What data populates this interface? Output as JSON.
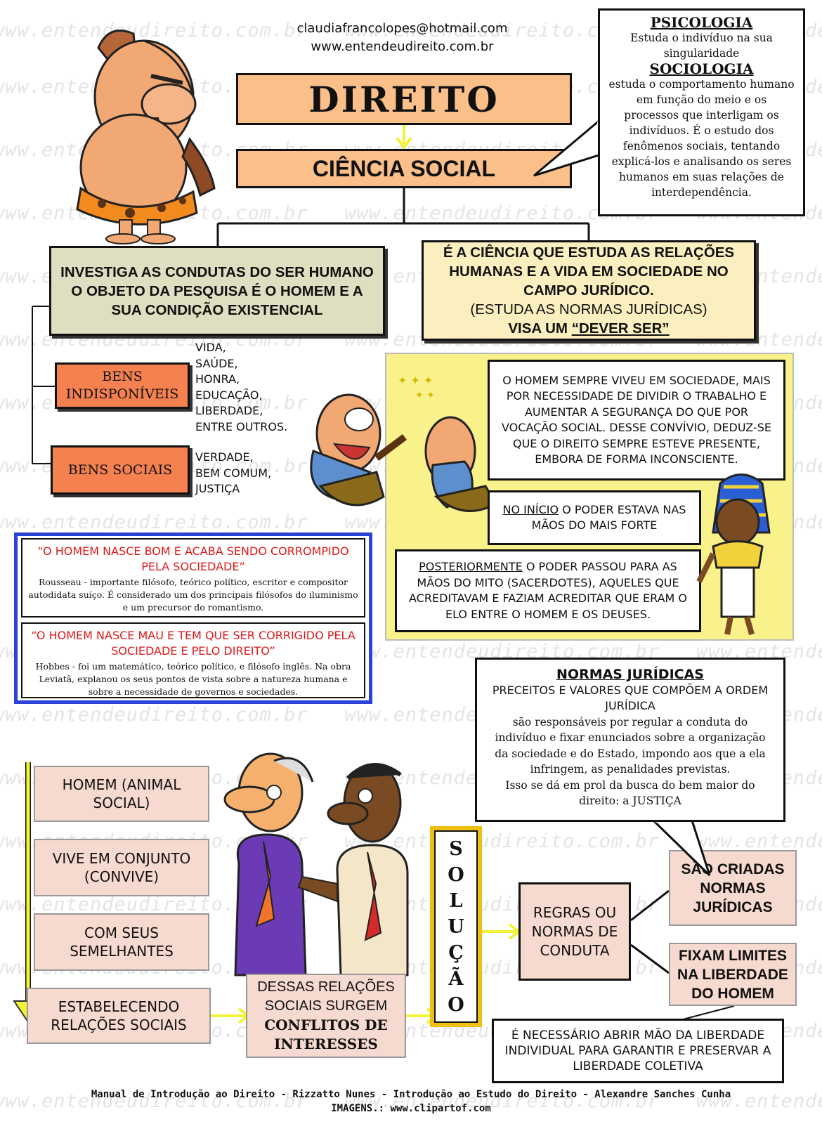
{
  "header": {
    "email": "claudiafrancolopes@hotmail.com",
    "website": "www.entendeudireito.com.br"
  },
  "watermark": "www.entendeudireito.com.br",
  "title": {
    "direito": "DIREITO",
    "ciencia_social": "CIÊNCIA SOCIAL"
  },
  "speech_top": {
    "psicologia_title": "PSICOLOGIA",
    "psicologia_text": "Estuda o indivíduo na sua singularidade",
    "sociologia_title": "SOCIOLOGIA",
    "sociologia_text": "estuda o comportamento humano em função do meio e os processos que interligam os indivíduos. É o estudo dos fenômenos sociais, tentando explicá-los e analisando os seres humanos em suas relações de interdependência."
  },
  "left_branch": {
    "lines": [
      "INVESTIGA AS CONDUTAS DO SER HUMANO",
      "O OBJETO DA PESQUISA É O HOMEM E A SUA CONDIÇÃO EXISTENCIAL"
    ]
  },
  "right_branch": {
    "line1": "É A CIÊNCIA QUE ESTUDA AS RELAÇÕES HUMANAS E A VIDA EM SOCIEDADE NO CAMPO JURÍDICO.",
    "line2": "(ESTUDA AS NORMAS JURÍDICAS)",
    "line3_prefix": "VISA UM ",
    "line3_em": "“DEVER SER”"
  },
  "bens": {
    "indisponiveis_label": "BENS INDISPONÍVEIS",
    "indisponiveis_items": [
      "VIDA,",
      "SAÚDE,",
      "HONRA,",
      "EDUCAÇÃO,",
      "LIBERDADE,",
      "ENTRE OUTROS."
    ],
    "sociais_label": "BENS SOCIAIS",
    "sociais_items": [
      "VERDADE,",
      "BEM COMUM,",
      "JUSTIÇA"
    ]
  },
  "yellow_panel": {
    "sociedade": "O HOMEM SEMPRE VIVEU EM SOCIEDADE, MAIS POR NECESSIDADE DE DIVIDIR O TRABALHO E AUMENTAR A SEGURANÇA DO QUE POR VOCAÇÃO SOCIAL. DESSE CONVÍVIO, DEDUZ-SE QUE O DIREITO SEMPRE ESTEVE PRESENTE, EMBORA DE FORMA INCONSCIENTE.",
    "inicio_u": "NO INÍCIO",
    "inicio_rest": " O PODER ESTAVA NAS MÃOS DO MAIS FORTE",
    "posterior_u": "POSTERIORMENTE",
    "posterior_rest": "  O PODER PASSOU PARA AS MÃOS DO MITO (SACERDOTES), AQUELES QUE ACREDITAVAM E FAZIAM ACREDITAR QUE ERAM O ELO ENTRE O HOMEM E OS DEUSES."
  },
  "quotes": [
    {
      "quote": "“O HOMEM NASCE BOM E ACABA SENDO CORROMPIDO PELA SOCIEDADE”",
      "text": "Rousseau - importante filósofo, teórico político, escritor e compositor autodidata suíço. É considerado um dos principais filósofos do iluminismo e um precursor do romantismo."
    },
    {
      "quote": "“O HOMEM NASCE MAU E TEM QUE SER CORRIGIDO PELA SOCIEDADE E PELO DIREITO”",
      "text": "Hobbes - foi um matemático, teórico político, e filósofo inglês. Na obra Leviatã, explanou os seus pontos de vista sobre a natureza humana e sobre a necessidade de governos e sociedades."
    }
  ],
  "normas_bubble": {
    "title": "NORMAS JURÍDICAS",
    "subtitle": "PRECEITOS E VALORES QUE COMPÕEM A ORDEM JURÍDICA",
    "text": "são responsáveis por regular a conduta do indivíduo e fixar enunciados sobre a organização da sociedade e do Estado, impondo aos que a ela infringem, as penalidades previstas.",
    "text2": "Isso se dá em prol da busca do bem maior do direito: a JUSTIÇA"
  },
  "flow_left": [
    "HOMEM (ANIMAL SOCIAL)",
    "VIVE EM CONJUNTO (CONVIVE)",
    "COM SEUS SEMELHANTES",
    "ESTABELECENDO RELAÇÕES SOCIAIS"
  ],
  "conflitos": {
    "line1": "DESSAS RELAÇÕES SOCIAIS SURGEM",
    "line2": "CONFLITOS DE INTERESSES"
  },
  "solucao": [
    "S",
    "O",
    "L",
    "U",
    "Ç",
    "Ã",
    "O"
  ],
  "regras": "REGRAS OU NORMAS DE CONDUTA",
  "criadas": "SÃO CRIADAS NORMAS JURÍDICAS",
  "limites": "FIXAM LIMITES NA LIBERDADE DO HOMEM",
  "liberdade": "É NECESSÁRIO ABRIR MÃO DA LIBERDADE INDIVIDUAL PARA GARANTIR E PRESERVAR A LIBERDADE COLETIVA",
  "footer": {
    "refs": "Manual de Introdução ao Direito - Rizzatto Nunes - Introdução ao Estudo do Direito - Alexandre Sanches Cunha",
    "images": "IMAGENS.: www.clipartof.com"
  },
  "colors": {
    "orange_box": "#fbc08a",
    "olive_box": "#e0dec0",
    "cream_box": "#fbefbf",
    "bens_box": "#f4814f",
    "yellow_panel": "#f9f28a",
    "pink_box": "#f6d9cf",
    "blue_border": "#2b42d8",
    "quote_red": "#e01818",
    "arrow_yellow": "#f2f238",
    "solucao_border": "#f0c010"
  }
}
